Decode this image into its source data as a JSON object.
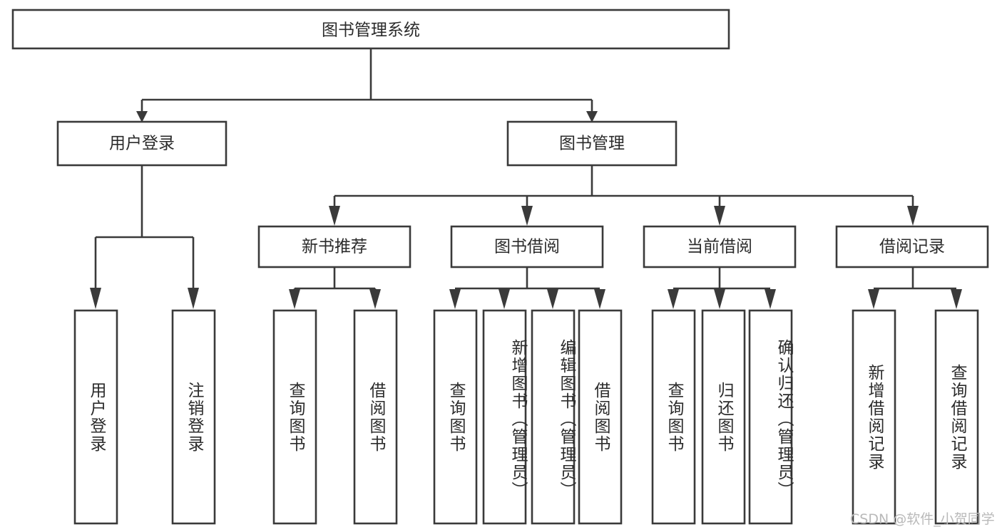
{
  "diagram": {
    "title_node": {
      "label": "图书管理系统"
    },
    "level2": [
      {
        "id": "user-login",
        "label": "用户登录"
      },
      {
        "id": "book-manage",
        "label": "图书管理"
      }
    ],
    "level3": [
      {
        "id": "new-book-recommend",
        "label": "新书推荐"
      },
      {
        "id": "book-borrow",
        "label": "图书借阅"
      },
      {
        "id": "current-borrow",
        "label": "当前借阅"
      },
      {
        "id": "borrow-record",
        "label": "借阅记录"
      }
    ],
    "leaves": [
      {
        "id": "leaf-user-login",
        "label": "用户登录"
      },
      {
        "id": "leaf-logout-login",
        "label": "注销登录"
      },
      {
        "id": "leaf-query-book-1",
        "label": "查询图书"
      },
      {
        "id": "leaf-borrow-book-1",
        "label": "借阅图书"
      },
      {
        "id": "leaf-query-book-2",
        "label": "查询图书"
      },
      {
        "id": "leaf-add-book",
        "label": "新增图书（管理员）"
      },
      {
        "id": "leaf-edit-book",
        "label": "编辑图书（管理员）"
      },
      {
        "id": "leaf-borrow-book-2",
        "label": "借阅图书"
      },
      {
        "id": "leaf-query-book-3",
        "label": "查询图书"
      },
      {
        "id": "leaf-return-book",
        "label": "归还图书"
      },
      {
        "id": "leaf-confirm-return",
        "label": "确认归还（管理员）"
      },
      {
        "id": "leaf-add-borrow-record",
        "label": "新增借阅记录"
      },
      {
        "id": "leaf-query-borrow-record",
        "label": "查询借阅记录"
      }
    ]
  },
  "watermark": {
    "text": "CSDN @软件_小贺同学"
  },
  "colors": {
    "stroke": "#3a3a3a",
    "fill": "#ffffff",
    "text": "#2b2b2b",
    "watermark": "#b9b9b9"
  }
}
